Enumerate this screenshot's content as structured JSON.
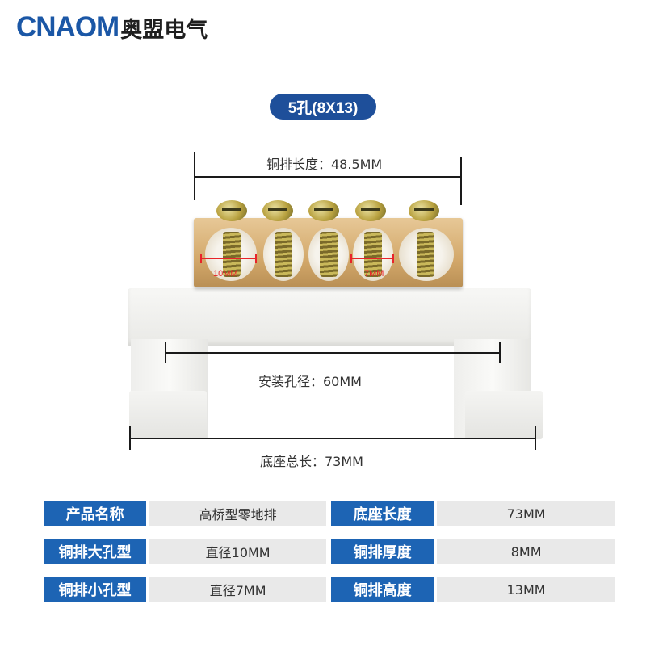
{
  "brand": {
    "latin": "CNAOM",
    "chinese": "奥盟电气",
    "color": "#1b57a6"
  },
  "badge": {
    "label": "5孔(8X13)"
  },
  "dimensions": {
    "bar_length": "铜排长度：48.5MM",
    "mount_hole": "安装孔径：60MM",
    "base_length": "底座总长：73MM"
  },
  "hole_labels": {
    "large": "10MM",
    "small": "7MM"
  },
  "specs": [
    {
      "label1": "产品名称",
      "value1": "高桥型零地排",
      "label2": "底座长度",
      "value2": "73MM"
    },
    {
      "label1": "铜排大孔型",
      "value1": "直径10MM",
      "label2": "铜排厚度",
      "value2": "8MM"
    },
    {
      "label1": "铜排小孔型",
      "value1": "直径7MM",
      "label2": "铜排高度",
      "value2": "13MM"
    }
  ],
  "colors": {
    "label_bg": "#1d64b4",
    "badge_bg": "#1e4f9a",
    "value_bg": "#e9e9e9",
    "accent_red": "#e8232a"
  }
}
